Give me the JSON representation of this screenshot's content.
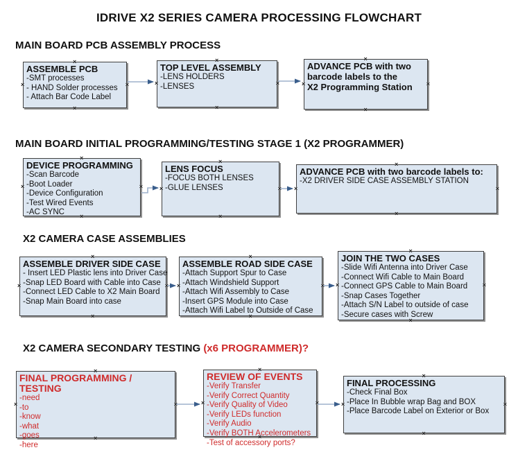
{
  "title": "IDRIVE X2  SERIES CAMERA PROCESSING FLOWCHART",
  "colors": {
    "box_fill": "#dce6f1",
    "box_border": "#3f3f3f",
    "red_text": "#cf2b2b",
    "arrow_line": "#9db1cb",
    "arrow_head": "#3a5e8c"
  },
  "sections": [
    {
      "heading": "MAIN BOARD PCB ASSEMBLY PROCESS"
    },
    {
      "heading": "MAIN BOARD INITIAL PROGRAMMING/TESTING STAGE 1 (X2 PROGRAMMER)"
    },
    {
      "heading": "X2 CAMERA CASE ASSEMBLIES"
    },
    {
      "heading": "X2 CAMERA SECONDARY TESTING ",
      "heading_suffix": " (x6 PROGRAMMER)?"
    }
  ],
  "boxes": [
    {
      "title": "ASSEMBLE PCB",
      "items": [
        "-SMT processes",
        "- HAND Solder processes",
        "- Attach Bar Code Label"
      ]
    },
    {
      "title": "TOP LEVEL ASSEMBLY",
      "items": [
        "-LENS HOLDERS",
        "-LENSES"
      ]
    },
    {
      "title": "ADVANCE PCB with two\nbarcode labels to the\n X2 Programming Station",
      "items": []
    },
    {
      "title": "DEVICE PROGRAMMING",
      "items": [
        "-Scan Barcode",
        "-Boot Loader",
        "-Device Configuration",
        "-Test Wired Events",
        "-AC SYNC"
      ]
    },
    {
      "title": "LENS FOCUS",
      "items": [
        "-FOCUS BOTH LENSES",
        "-GLUE LENSES"
      ]
    },
    {
      "title": "ADVANCE PCB with two barcode labels to:",
      "items": [
        "-X2 DRIVER  SIDE  CASE  ASSEMBLY STATION"
      ]
    },
    {
      "title": "ASSEMBLE DRIVER SIDE CASE",
      "items": [
        "- Insert LED Plastic lens into Driver Case",
        "-Snap LED Board with Cable into Case",
        "-Connect LED Cable to X2 Main Board",
        "-Snap Main Board into case"
      ]
    },
    {
      "title": "ASSEMBLE ROAD SIDE CASE",
      "items": [
        "-Attach Support Spur to Case",
        "-Attach Windshield Support",
        "-Attach Wifi Assembly to Case",
        "-Insert GPS Module into Case",
        "-Attach Wifi Label to Outside of Case"
      ]
    },
    {
      "title": "JOIN THE TWO CASES",
      "items": [
        "-Slide Wifi Antenna into Driver Case",
        "-Connect Wifi Cable to Main Board",
        "-Connect GPS Cable to Main Board",
        "-Snap Cases Together",
        "-Attach S/N Label to outside of case",
        "-Secure cases with Screw"
      ]
    },
    {
      "title": "FINAL PROGRAMMING / TESTING",
      "items": [
        "-need",
        "-to",
        "-know",
        "-what",
        "-goes",
        "-here"
      ]
    },
    {
      "title": "REVIEW OF EVENTS",
      "items": [
        "-Verify Transfer",
        "-Verify Correct Quantity",
        "-Verify Quality of Video",
        "-Verify LEDs function",
        "-Verify Audio",
        "-Verify BOTH Accelerometers",
        "-Test of accessory ports?"
      ]
    },
    {
      "title": "FINAL PROCESSING",
      "items": [
        " -Check Final Box",
        "-Place In Bubble wrap Bag and BOX",
        "-Place Barcode Label on Exterior or Box"
      ]
    }
  ]
}
